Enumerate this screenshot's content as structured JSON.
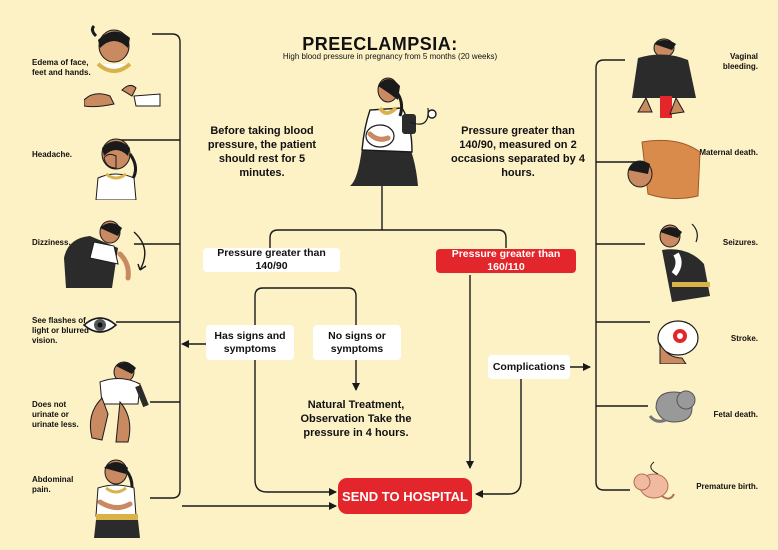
{
  "header": {
    "title": "PREECLAMPSIA:",
    "subtitle": "High blood pressure in pregnancy from 5 months (20 weeks)"
  },
  "intro": {
    "rest_note": "Before taking blood pressure, the patient should rest for 5 minutes.",
    "measure_note": "Pressure greater than 140/90, measured on 2 occasions separated by 4 hours."
  },
  "branches": {
    "moderate": "Pressure greater than 140/90",
    "severe": "Pressure greater than 160/110",
    "has_signs": "Has signs and symptoms",
    "no_signs": "No signs or symptoms",
    "natural_treatment": "Natural Treatment, Observation Take the pressure in 4 hours.",
    "complications": "Complications",
    "send_to_hospital": "SEND TO HOSPITAL"
  },
  "symptoms": [
    {
      "label": "Edema of face, feet and hands.",
      "icon": "swollen-woman-icon"
    },
    {
      "label": "Headache.",
      "icon": "headache-woman-icon"
    },
    {
      "label": "Dizziness.",
      "icon": "dizzy-woman-icon"
    },
    {
      "label": "See flashes of light or blurred vision.",
      "icon": "eye-icon"
    },
    {
      "label": "Does not urinate or urinate less.",
      "icon": "crouching-woman-icon"
    },
    {
      "label": "Abdominal pain.",
      "icon": "abdominal-pain-icon"
    }
  ],
  "complications_list": [
    {
      "label": "Vaginal bleeding.",
      "icon": "bleeding-icon"
    },
    {
      "label": "Maternal death.",
      "icon": "maternal-death-icon"
    },
    {
      "label": "Seizures.",
      "icon": "seizure-icon"
    },
    {
      "label": "Stroke.",
      "icon": "stroke-brain-icon"
    },
    {
      "label": "Fetal death.",
      "icon": "fetus-icon"
    },
    {
      "label": "Premature birth.",
      "icon": "premature-baby-icon"
    }
  ],
  "colors": {
    "background": "#fdf1c6",
    "alert_red": "#e3262b",
    "line": "#1a1a1a",
    "skirt": "#2b2b2b",
    "skin": "#c98a62",
    "blanket": "#d98b4c"
  }
}
